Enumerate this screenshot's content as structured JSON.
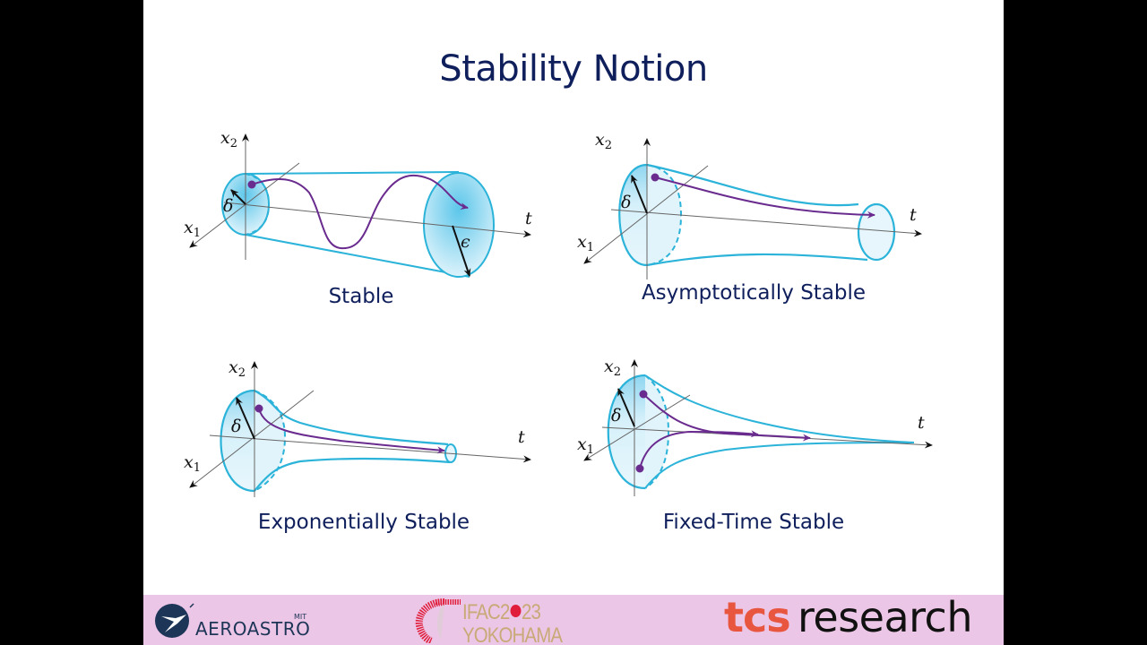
{
  "slide": {
    "title": "Stability Notion",
    "panels": [
      {
        "name": "stable",
        "caption": "Stable",
        "axis_labels": {
          "x1": "x",
          "x1_sub": "1",
          "x2": "x",
          "x2_sub": "2",
          "t": "t"
        },
        "radius_labels": [
          "δ",
          "ϵ"
        ]
      },
      {
        "name": "asymptotically-stable",
        "caption": "Asymptotically Stable",
        "axis_labels": {
          "x1": "x",
          "x1_sub": "1",
          "x2": "x",
          "x2_sub": "2",
          "t": "t"
        },
        "radius_labels": [
          "δ"
        ]
      },
      {
        "name": "exponentially-stable",
        "caption": "Exponentially Stable",
        "axis_labels": {
          "x1": "x",
          "x1_sub": "1",
          "x2": "x",
          "x2_sub": "2",
          "t": "t"
        },
        "radius_labels": [
          "δ"
        ]
      },
      {
        "name": "fixed-time-stable",
        "caption": "Fixed-Time Stable",
        "axis_labels": {
          "x1": "x",
          "x1_sub": "1",
          "x2": "x",
          "x2_sub": "2",
          "t": "t"
        },
        "radius_labels": [
          "δ"
        ]
      }
    ],
    "colors": {
      "title": "#0f1f5c",
      "tube_stroke": "#2bb3d9",
      "tube_fill": "#bfe6f5",
      "trajectory": "#6a2b8f",
      "footer_bg": "#ecc6e6"
    }
  },
  "footer": {
    "logos": [
      {
        "name": "MIT AeroAstro",
        "small_text": "MIT",
        "text": "AEROASTRO"
      },
      {
        "name": "IFAC 2023 Yokohama",
        "line1_a": "IFAC2",
        "line1_b": "23",
        "line2": "YOKOHAMA"
      },
      {
        "name": "TCS Research",
        "part1": "tcs",
        "part2": "research"
      }
    ]
  }
}
